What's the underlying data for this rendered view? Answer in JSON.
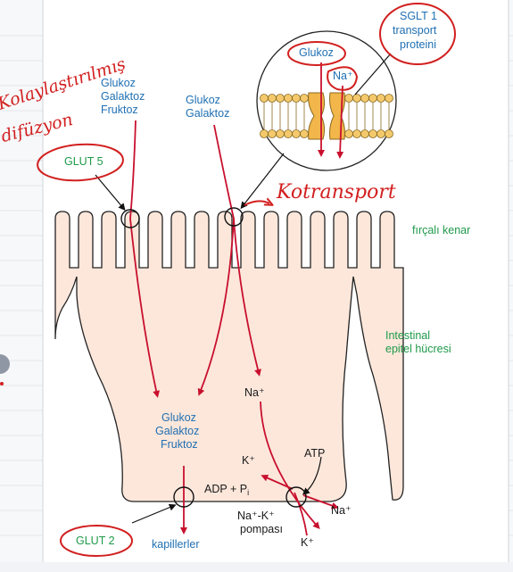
{
  "labels": {
    "sglt_title": [
      "SGLT 1",
      "transport",
      "proteini"
    ],
    "glukoz_top": "Glukoz",
    "na_top": "Na⁺",
    "left_sugars": [
      "Glukoz",
      "Galaktoz",
      "Fruktoz"
    ],
    "mid_sugars": [
      "Glukoz",
      "Galaktoz"
    ],
    "glut5": "GLUT 5",
    "brush_border": "fırçalı kenar",
    "epithelial_cell": [
      "Intestinal",
      "epitel hücresi"
    ],
    "na_inside": "Na⁺",
    "inner_sugars": [
      "Glukoz",
      "Galaktoz",
      "Fruktoz"
    ],
    "atp": "ATP",
    "k_inside": "K⁺",
    "adp_pi": "ADP + P",
    "adp_sub": "i",
    "na_k_pump": [
      "Na⁺-K⁺",
      "pompası"
    ],
    "na_out": "Na⁺",
    "k_out": "K⁺",
    "glut2": "GLUT 2",
    "capillaries": "kapillerler"
  },
  "handwriting": {
    "facilitated": [
      "Kolaylaştırılmış",
      "difüzyon"
    ],
    "cotransport": "Kotransport"
  }
}
